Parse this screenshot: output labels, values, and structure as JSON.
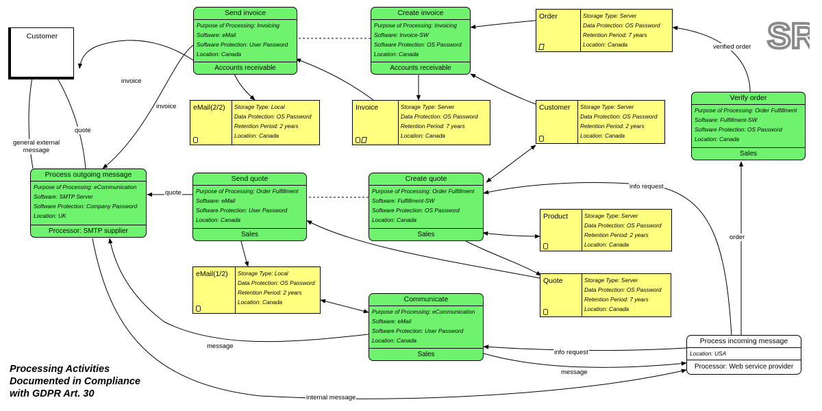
{
  "customer": {
    "name": "Customer"
  },
  "processes": {
    "send_invoice": {
      "title": "Send invoice",
      "lines": [
        "Purpose of Processing: Invoicing",
        "Software: eMail",
        "Software Protection: User Password",
        "Location: Canada"
      ],
      "footer": "Accounts receivable"
    },
    "create_invoice": {
      "title": "Create invoice",
      "lines": [
        "Purpose of Processing: Invoicing",
        "Software: Invoice-SW",
        "Software Protection: OS Password",
        "Location: Canada"
      ],
      "footer": "Accounts receivable"
    },
    "verify_order": {
      "title": "Verify order",
      "lines": [
        "Purpose of Processing: Order Fulfillment",
        "Software: Fulfillment-SW",
        "Software Protection: OS Password",
        "Location: Canada"
      ],
      "footer": "Sales"
    },
    "process_outgoing": {
      "title": "Process outgoing message",
      "lines": [
        "Purpose of Processing: eCommunication",
        "Software: SMTP Server",
        "Software Protection: Company Password",
        "Location: UK"
      ],
      "footer": "Processor: SMTP supplier"
    },
    "send_quote": {
      "title": "Send quote",
      "lines": [
        "Purpose of Processing: Order Fulfillment",
        "Software: eMail",
        "Software Protection: User Password",
        "Location: Canada"
      ],
      "footer": "Sales"
    },
    "create_quote": {
      "title": "Create quote",
      "lines": [
        "Purpose of Processing: Order Fulfillment",
        "Software: Fulfillment-SW",
        "Software Protection: OS Password",
        "Location: Canada"
      ],
      "footer": "Sales"
    },
    "communicate": {
      "title": "Communicate",
      "lines": [
        "Purpose of Processing: eCommunication",
        "Software: eMail",
        "Software Protection: User Password",
        "Location: Canada"
      ],
      "footer": "Sales"
    },
    "process_incoming": {
      "title": "Process incoming message",
      "lines": [
        "Location: USA"
      ],
      "footer": "Processor: Web service provider"
    }
  },
  "stores": {
    "order": {
      "name": "Order",
      "lines": [
        "Storage Type: Server",
        "Data Protection: OS Password",
        "Retention Period: 7 years",
        "Location: Canada"
      ],
      "icons": [
        "document-icon"
      ]
    },
    "email_2_2": {
      "name": "eMail(2/2)",
      "lines": [
        "Storage Type: Local",
        "Data Protection: OS Password",
        "Retention Period: 2 years",
        "Location: Canada"
      ],
      "icons": [
        "database-icon"
      ]
    },
    "invoice": {
      "name": "Invoice",
      "lines": [
        "Storage Type: Server",
        "Data Protection: OS Password",
        "Retention Period: 7 years",
        "Location: Canada"
      ],
      "icons": [
        "database-icon",
        "document-icon"
      ]
    },
    "customer_data": {
      "name": "Customer",
      "lines": [
        "Storage Type: Server",
        "Data Protection: OS Password",
        "Retention Period: 2 years",
        "Location: Canada"
      ],
      "icons": [
        "database-icon"
      ]
    },
    "product": {
      "name": "Product",
      "lines": [
        "Storage Type: Server",
        "Data Protection: OS Password",
        "Retention Period: 2 years",
        "Location: Canada"
      ],
      "icons": [
        "database-icon"
      ]
    },
    "email_1_2": {
      "name": "eMail(1/2)",
      "lines": [
        "Storage Type: Local",
        "Data Protection: OS Password",
        "Retention Period: 2 years",
        "Location: Canada"
      ],
      "icons": [
        "database-icon"
      ]
    },
    "quote": {
      "name": "Quote",
      "lines": [
        "Storage Type: Server",
        "Data Protection: OS Password",
        "Retention Period: 7 years",
        "Location: Canada"
      ],
      "icons": [
        "database-icon"
      ]
    }
  },
  "edge_labels": {
    "invoice_1": "invoice",
    "invoice_2": "invoice",
    "quote_1": "quote",
    "quote_2": "quote",
    "general_external": "general external\nmessage",
    "verified_order": "verified order",
    "info_request_1": "info request",
    "info_request_2": "info request",
    "order": "order",
    "message_1": "message",
    "message_2": "message",
    "internal_message": "internal message"
  },
  "footnote": [
    "Processing Activities",
    "Documented in Compliance",
    "with GDPR Art. 30"
  ],
  "logo": {
    "text": "SR",
    "color": "#8a8a8a"
  },
  "colors": {
    "process_fill": "#6ff36f",
    "store_fill": "#ffff80",
    "line": "#000000"
  }
}
